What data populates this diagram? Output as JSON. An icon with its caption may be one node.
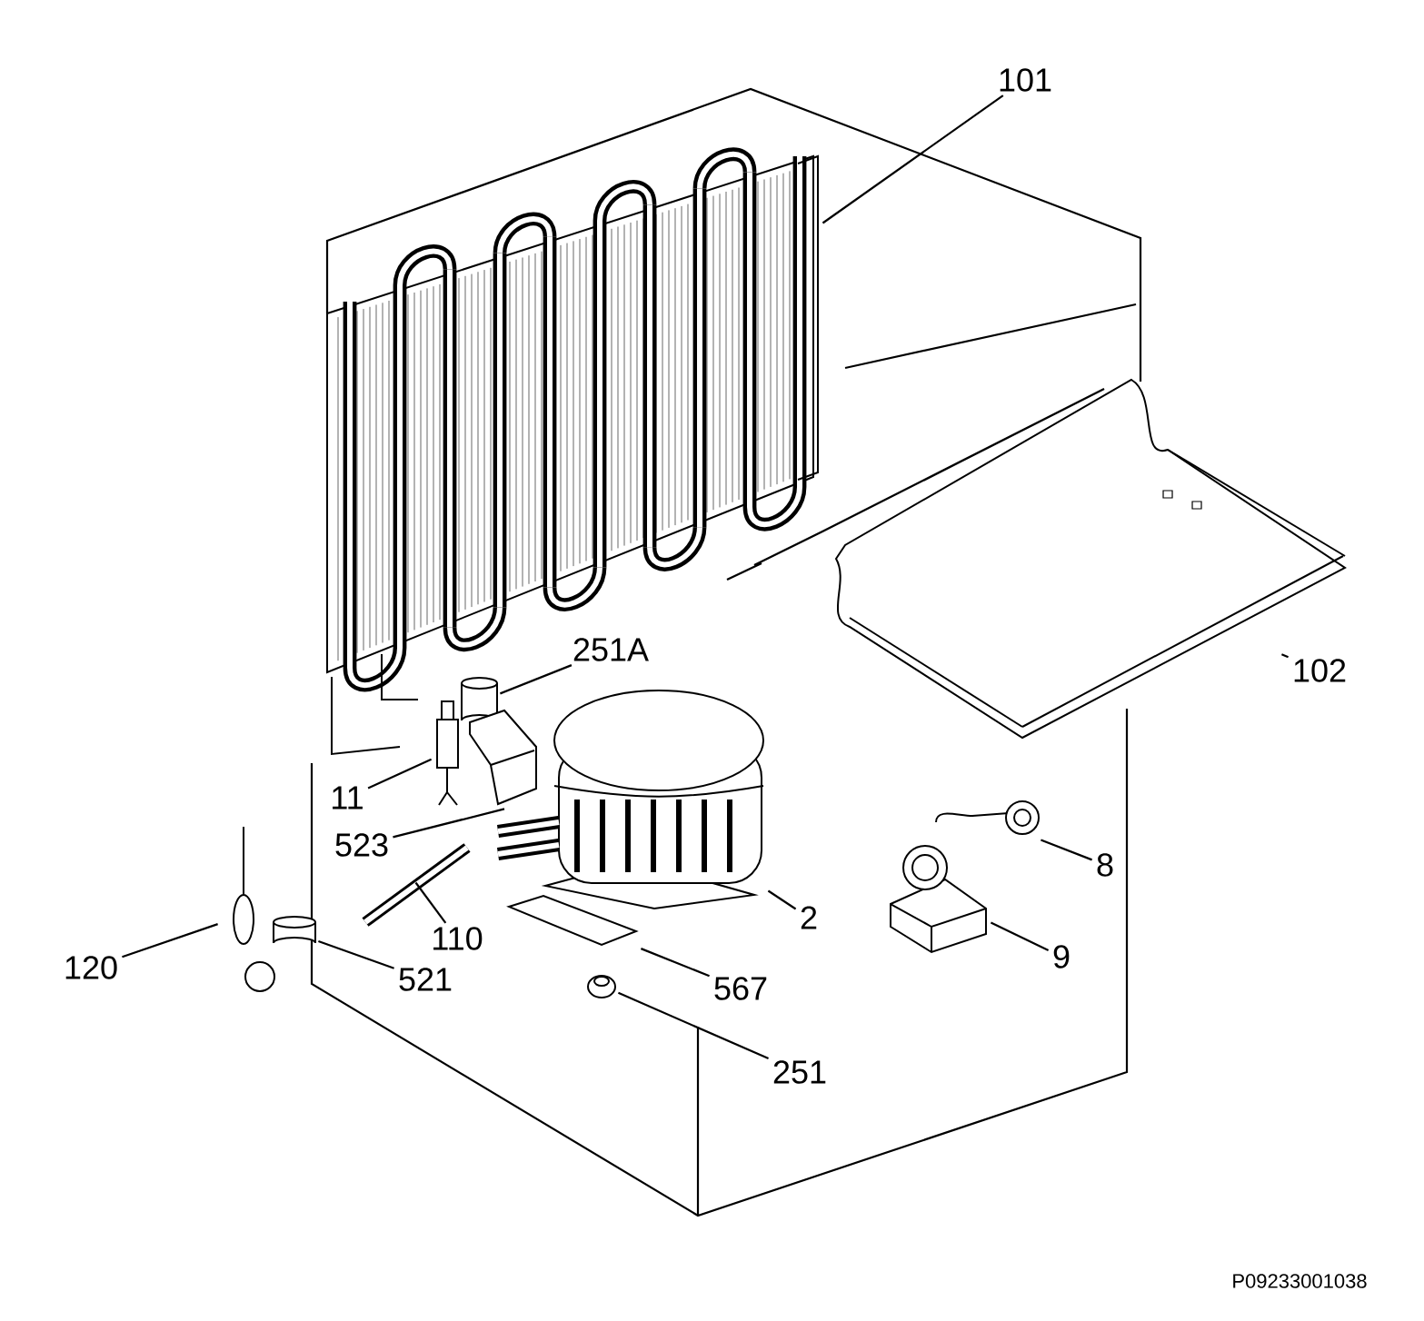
{
  "diagram": {
    "nodes": [
      {
        "text": [
          "101"
        ]
      },
      {
        "text": [
          "251A"
        ]
      },
      {
        "text": [
          "102"
        ]
      },
      {
        "text": [
          "11"
        ]
      },
      {
        "text": [
          "523"
        ]
      },
      {
        "text": [
          "8"
        ]
      },
      {
        "text": [
          "2"
        ]
      },
      {
        "text": [
          "110"
        ]
      },
      {
        "text": [
          "9"
        ]
      },
      {
        "text": [
          "120"
        ]
      },
      {
        "text": [
          "521"
        ]
      },
      {
        "text": [
          "567"
        ]
      },
      {
        "text": [
          "251"
        ]
      },
      {
        "text": [],
        "shape": "picture"
      },
      {
        "text": [],
        "shape": "cylinder"
      },
      {
        "text": [],
        "shape": "picture"
      },
      {
        "text": [],
        "shape": "picture"
      },
      {
        "text": [],
        "shape": "picture"
      },
      {
        "text": [],
        "shape": "picture"
      },
      {
        "text": [],
        "shape": "picture"
      },
      {
        "text": [],
        "shape": "picture"
      },
      {
        "text": [],
        "shape": "picture"
      },
      {
        "text": [],
        "shape": "picture"
      },
      {
        "text": [],
        "shape": "cylinder"
      },
      {
        "text": [],
        "shape": "picture"
      },
      {
        "text": [],
        "shape": "picture"
      }
    ],
    "edges": [
      {
        "from": 0,
        "to": 13,
        "arrow": "none"
      },
      {
        "from": 1,
        "to": 14,
        "arrow": "none"
      },
      {
        "from": 2,
        "to": 15,
        "arrow": "none"
      },
      {
        "from": 3,
        "to": 16,
        "arrow": "none"
      },
      {
        "from": 4,
        "to": 17,
        "arrow": "none"
      },
      {
        "from": 5,
        "to": 18,
        "arrow": "none"
      },
      {
        "from": 6,
        "to": 19,
        "arrow": "none"
      },
      {
        "from": 7,
        "to": 20,
        "arrow": "none"
      },
      {
        "from": 8,
        "to": 21,
        "arrow": "none"
      },
      {
        "from": 9,
        "to": 22,
        "arrow": "none"
      },
      {
        "from": 10,
        "to": 23,
        "arrow": "none"
      },
      {
        "from": 11,
        "to": 24,
        "arrow": "none"
      },
      {
        "from": 12,
        "to": 25,
        "arrow": "none"
      }
    ],
    "labels": [
      "P09233001038"
    ]
  }
}
